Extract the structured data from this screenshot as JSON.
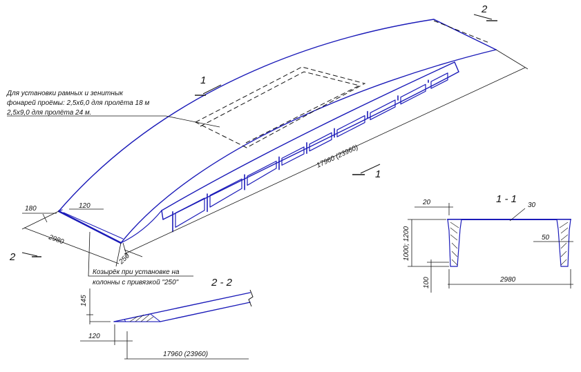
{
  "colors": {
    "structure": "#1a1ab8",
    "lines": "#111111",
    "background": "#ffffff"
  },
  "note": {
    "line1": "Для установки рамных и зенитнык",
    "line2": "фонарей проёмы: 2,5х6,0 для пролёта 18 м",
    "line3": "2,5х9,0 для пролёта 24 м."
  },
  "canopy_note": {
    "line1": "Козырёк при установке на",
    "line2": "колонны с привязкой \"250\""
  },
  "section_marks": {
    "one": "1",
    "two": "2"
  },
  "dims": {
    "length": "17960 (23960)",
    "width": "2980",
    "d180": "180",
    "d120": "120",
    "d250": "250"
  },
  "section_1_1": {
    "title": "1 - 1",
    "d20": "20",
    "d30": "30",
    "d50": "50",
    "height": "1000; 1200",
    "d100": "100",
    "width": "2980"
  },
  "section_2_2": {
    "title": "2 - 2",
    "d145": "145",
    "d120": "120",
    "length": "17960 (23960)"
  }
}
